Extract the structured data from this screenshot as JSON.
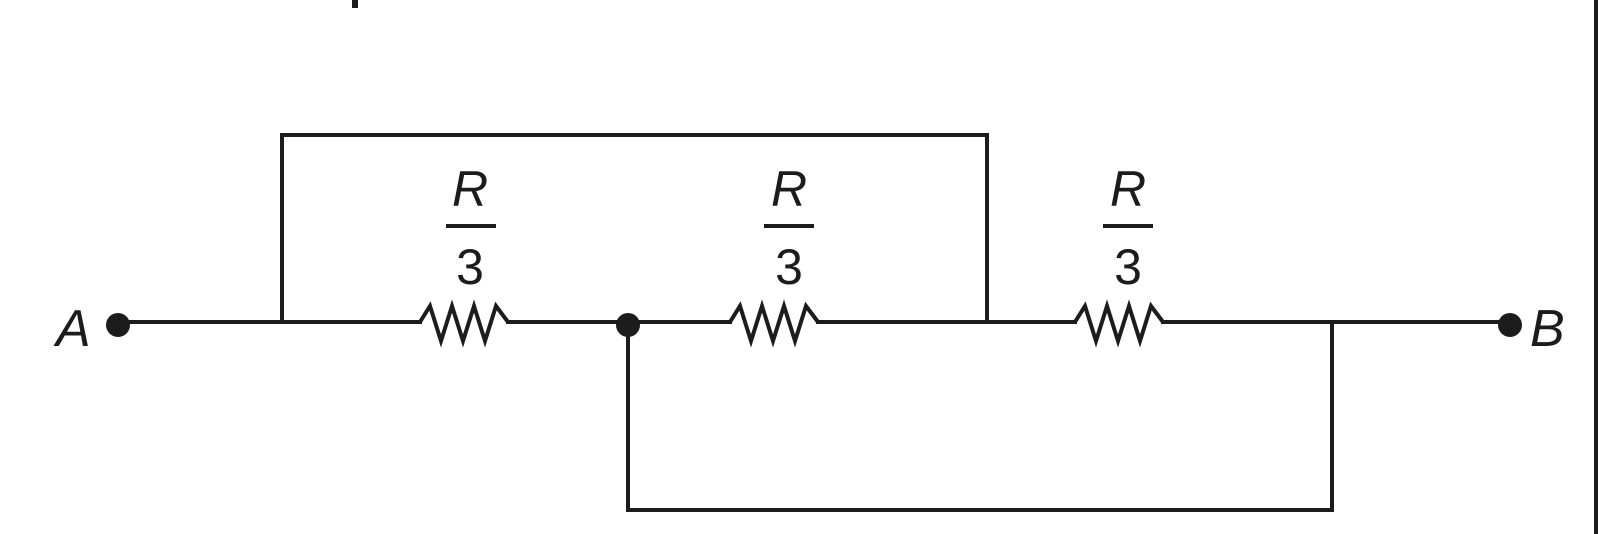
{
  "terminals": {
    "left": "A",
    "right": "B"
  },
  "resistors": [
    {
      "numerator": "R",
      "denominator": "3"
    },
    {
      "numerator": "R",
      "denominator": "3"
    },
    {
      "numerator": "R",
      "denominator": "3"
    }
  ]
}
